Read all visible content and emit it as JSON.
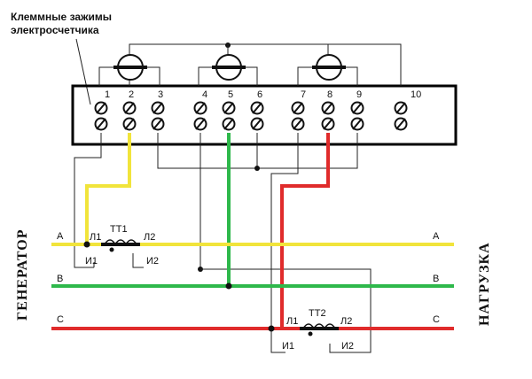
{
  "title_line1": "Клеммные зажимы",
  "title_line2": "электросчетчика",
  "left_label": "ГЕНЕРАТОР",
  "right_label": "НАГРУЗКА",
  "terminals": [
    "1",
    "2",
    "3",
    "4",
    "5",
    "6",
    "7",
    "8",
    "9",
    "10"
  ],
  "phases": {
    "a_left": "A",
    "a_right": "A",
    "a_color": "#f1e43b",
    "b_left": "B",
    "b_right": "B",
    "b_color": "#2eb84b",
    "c_left": "C",
    "c_right": "C",
    "c_color": "#e02b2b"
  },
  "tt1": {
    "name": "ТТ1",
    "l1": "Л1",
    "l2": "Л2",
    "i1": "И1",
    "i2": "И2"
  },
  "tt2": {
    "name": "ТТ2",
    "l1": "Л1",
    "l2": "Л2",
    "i1": "И1",
    "i2": "И2"
  }
}
